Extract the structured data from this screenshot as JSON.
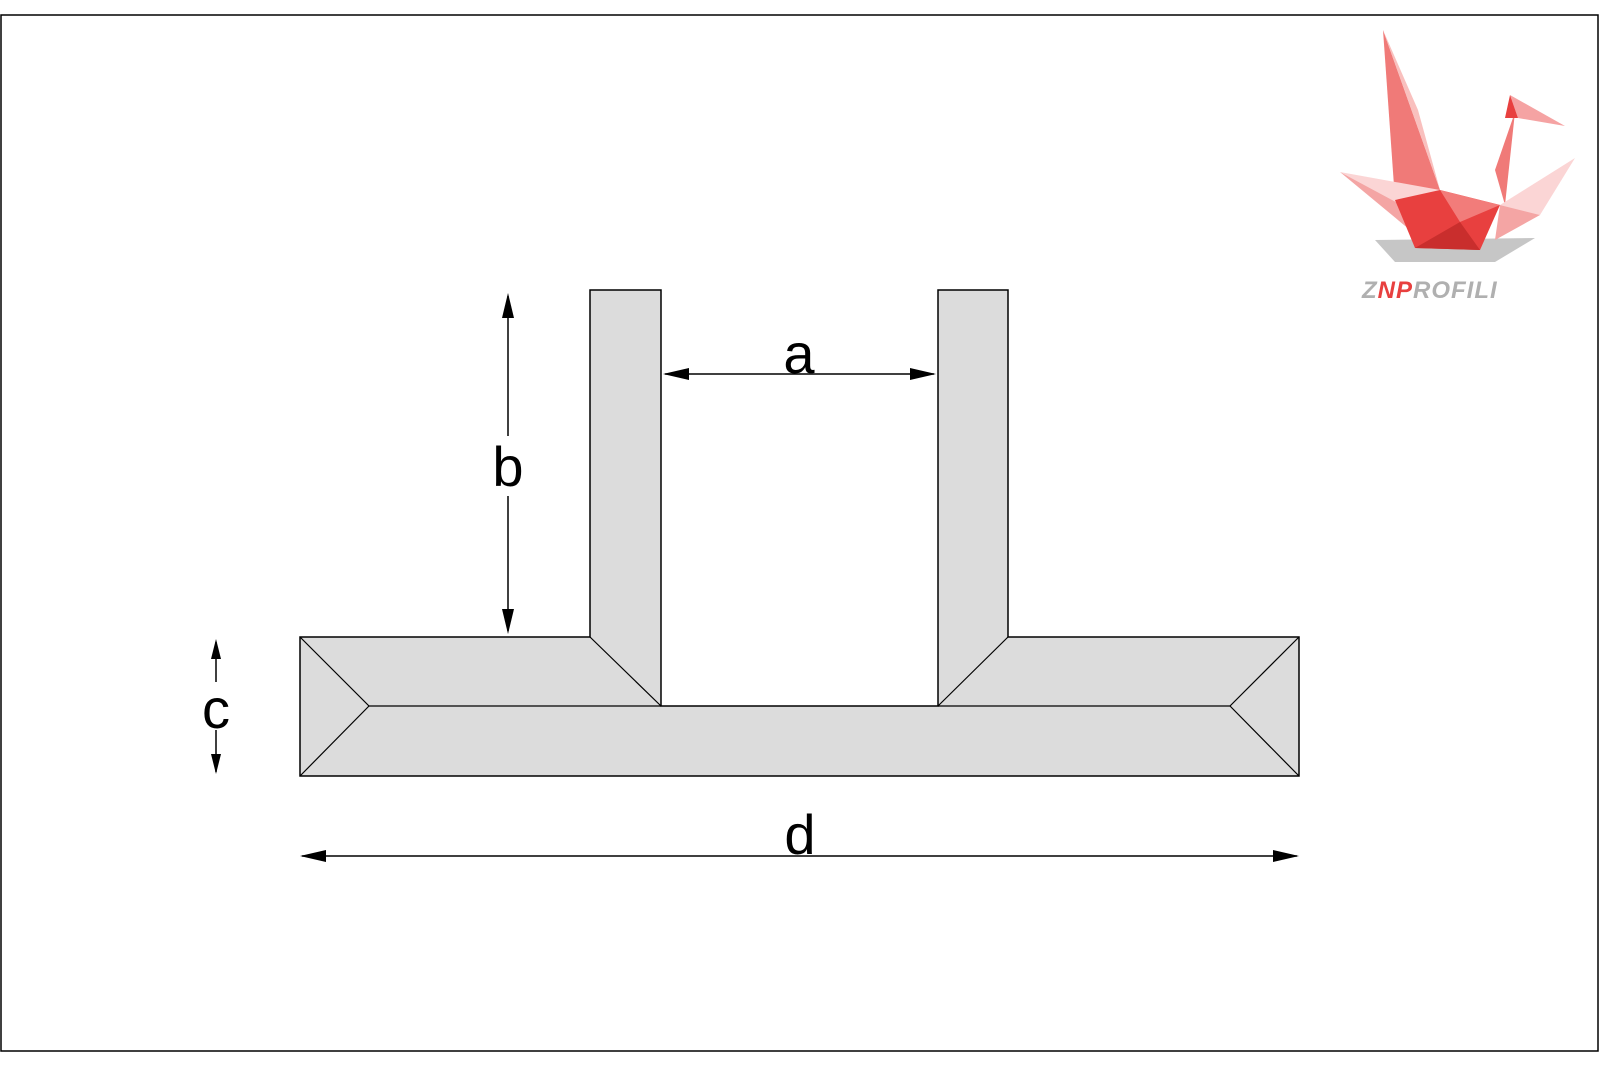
{
  "diagram": {
    "dimension_labels": {
      "a": "a",
      "b": "b",
      "c": "c",
      "d": "d"
    }
  },
  "logo": {
    "text_left": "Z",
    "text_mid": "NP",
    "text_right": "ROFILI",
    "colors": {
      "primary_red": "#e8403f",
      "light_red": "#f5a3a3",
      "pale_red": "#fbd5d5",
      "shadow_gray": "#b0b0b0"
    }
  },
  "colors": {
    "profile_fill": "#dcdcdc",
    "stroke": "#000000",
    "frame": "#000000"
  }
}
